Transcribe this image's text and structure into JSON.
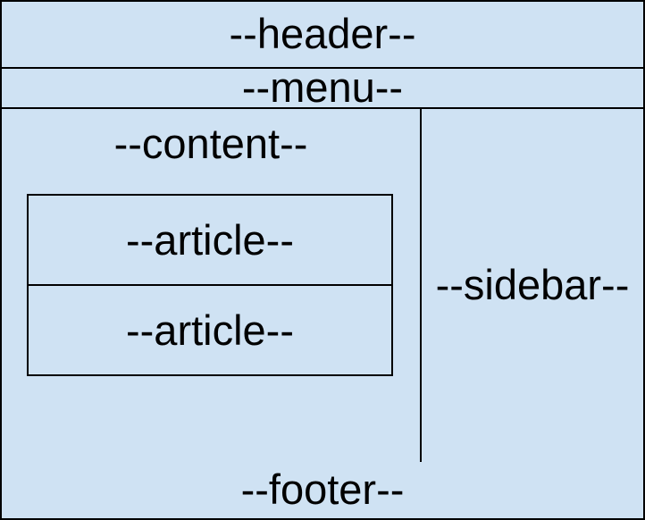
{
  "colors": {
    "fill": "#cfe2f3",
    "border": "#000000",
    "text": "#000000"
  },
  "header": {
    "label": "--header--"
  },
  "menu": {
    "label": "--menu--"
  },
  "content": {
    "label": "--content--",
    "articles": [
      {
        "label": "--article--"
      },
      {
        "label": "--article--"
      }
    ]
  },
  "sidebar": {
    "label": "--sidebar--"
  },
  "footer": {
    "label": "--footer--"
  }
}
